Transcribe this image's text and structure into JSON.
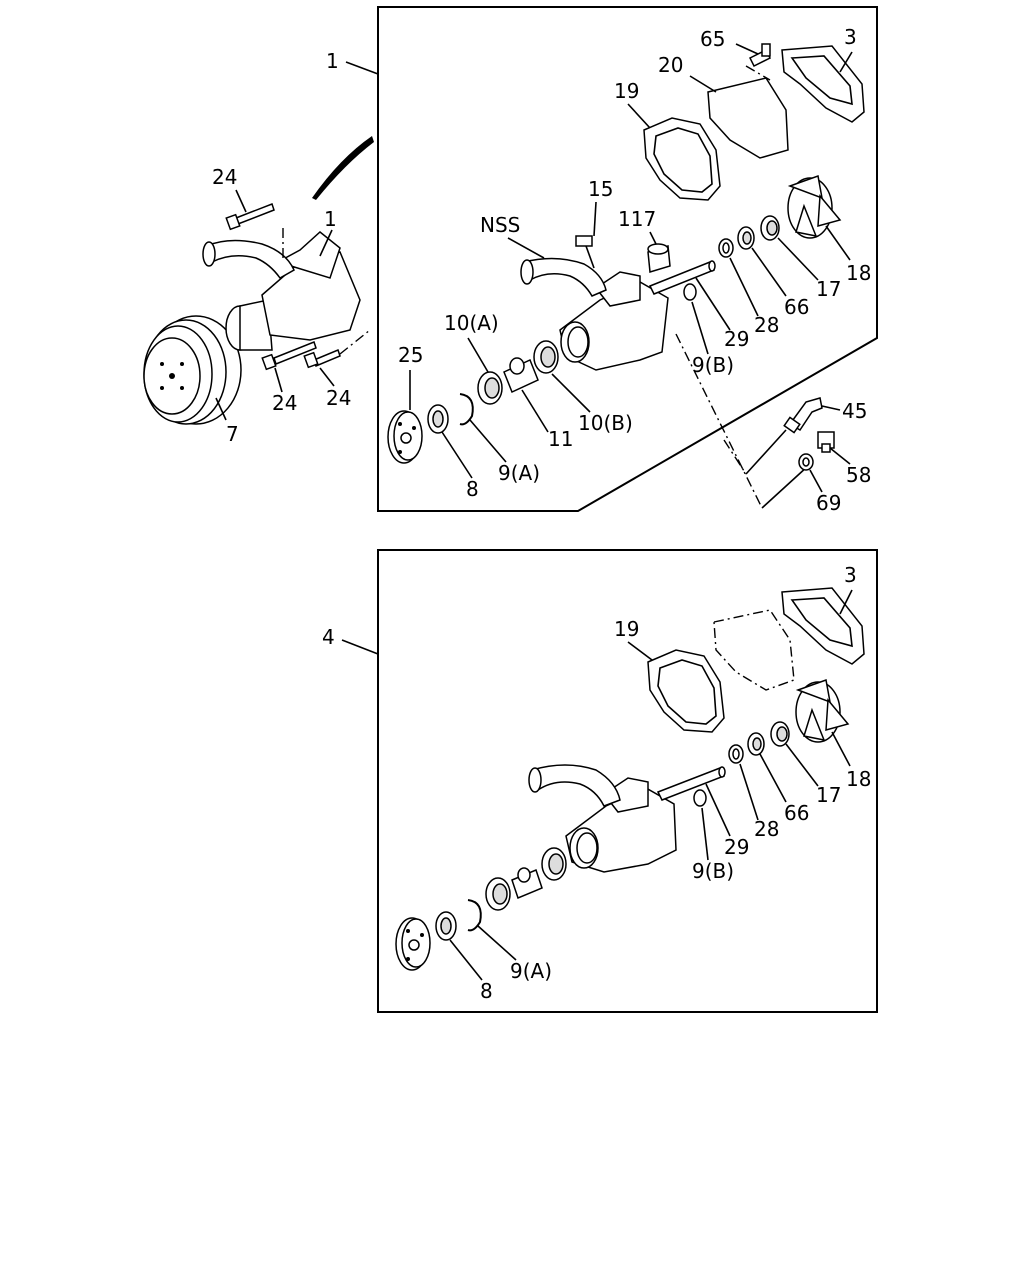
{
  "labels": {
    "top_assembly": "1",
    "exterior_pump": "1",
    "bolt_a": "24",
    "bolt_b": "24",
    "bolt_c": "24",
    "pulley": "7",
    "flange": "25",
    "seal_8": "8",
    "snap_ring_a": "9(A)",
    "bearing_a": "10(A)",
    "spacer": "11",
    "bearing_b": "10(B)",
    "body_nss": "NSS",
    "fitting_15": "15",
    "plug_117": "117",
    "gasket_19": "19",
    "plate_20": "20",
    "screw_65": "65",
    "cover_3": "3",
    "impeller_18": "18",
    "seal_17": "17",
    "seal_66": "66",
    "ring_28": "28",
    "shaft_29": "29",
    "snap_ring_b": "9(B)",
    "elbow_45": "45",
    "plug_58": "58",
    "washer_69": "69",
    "bottom_assembly": "4",
    "b_cover_3": "3",
    "b_gasket_19": "19",
    "b_impeller_18": "18",
    "b_seal_17": "17",
    "b_seal_66": "66",
    "b_ring_28": "28",
    "b_shaft_29": "29",
    "b_snap_ring_b": "9(B)",
    "b_snap_ring_a": "9(A)",
    "b_seal_8": "8"
  }
}
